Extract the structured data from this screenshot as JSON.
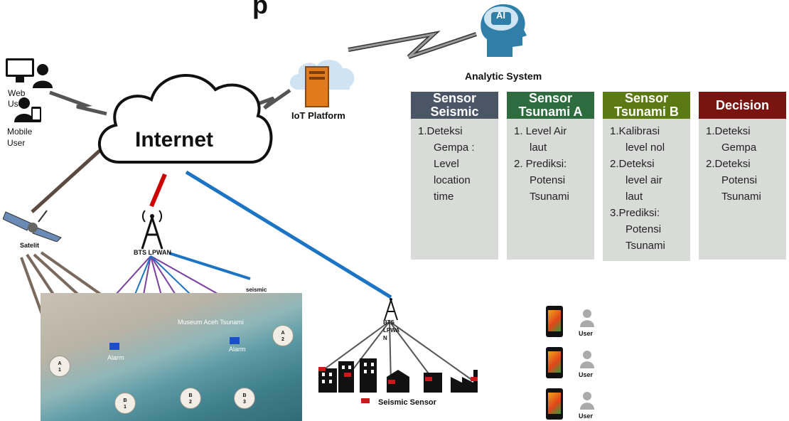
{
  "title_fragment": "p",
  "analytic_system": {
    "label": "Analytic System",
    "ai_badge": "AI"
  },
  "users": {
    "web_user": "Web\nUser",
    "mobile_user": "Mobile\nUser"
  },
  "internet": {
    "label": "Internet"
  },
  "iot_platform": {
    "label": "IoT Platform"
  },
  "satellite": {
    "label": "Satelit"
  },
  "bts_main": {
    "label": "BTS LPWAN"
  },
  "bts_secondary": {
    "label": "BTS\nLPWA\nN"
  },
  "seismic_node": {
    "label": "seismic"
  },
  "map": {
    "alarm_label": "Alarm",
    "museum_label": "Museum Aceh Tsunami",
    "nodes": [
      "A\n1",
      "A\n2",
      "B\n1",
      "B\n2",
      "B\n3"
    ]
  },
  "legend": {
    "seismic_sensor": "Seismic Sensor"
  },
  "mobile_users": [
    "User",
    "User",
    "User"
  ],
  "panels": [
    {
      "title": "Sensor\nSeismic",
      "color": "#4a5566",
      "items": [
        {
          "text": "1.Deteksi",
          "sub": false
        },
        {
          "text": "Gempa :",
          "sub": true
        },
        {
          "text": "Level",
          "sub": true
        },
        {
          "text": "location",
          "sub": true
        },
        {
          "text": "time",
          "sub": true
        }
      ]
    },
    {
      "title": "Sensor\nTsunami A",
      "color": "#2e6b3f",
      "items": [
        {
          "text": "1. Level Air",
          "sub": false
        },
        {
          "text": "laut",
          "sub": true
        },
        {
          "text": "2. Prediksi:",
          "sub": false
        },
        {
          "text": "Potensi",
          "sub": true
        },
        {
          "text": "Tsunami",
          "sub": true
        }
      ]
    },
    {
      "title": "Sensor\nTsunami B",
      "color": "#5c7a14",
      "items": [
        {
          "text": "1.Kalibrasi",
          "sub": false
        },
        {
          "text": "level nol",
          "sub": true
        },
        {
          "text": "2.Deteksi",
          "sub": false
        },
        {
          "text": "level air",
          "sub": true
        },
        {
          "text": "laut",
          "sub": true
        },
        {
          "text": "3.Prediksi:",
          "sub": false
        },
        {
          "text": "Potensi",
          "sub": true
        },
        {
          "text": "Tsunami",
          "sub": true
        }
      ]
    },
    {
      "title": "Decision",
      "color": "#7a1410",
      "items": [
        {
          "text": "1.Deteksi",
          "sub": false
        },
        {
          "text": "Gempa",
          "sub": true
        },
        {
          "text": "2.Deteksi",
          "sub": false
        },
        {
          "text": "Potensi",
          "sub": true
        },
        {
          "text": "Tsunami",
          "sub": true
        }
      ]
    }
  ]
}
